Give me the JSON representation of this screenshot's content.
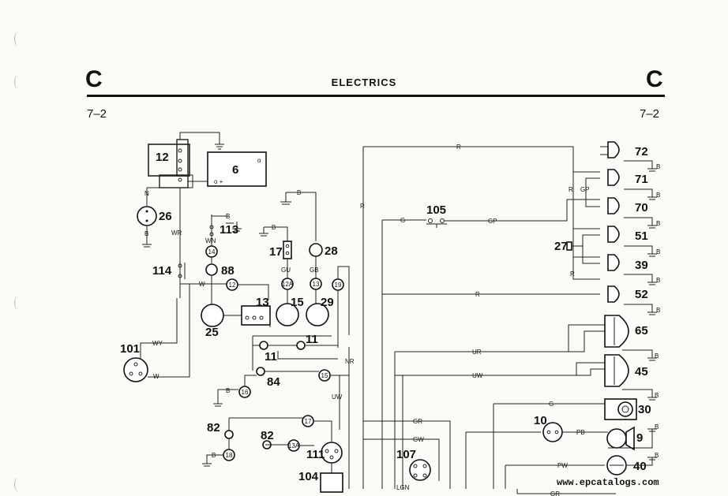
{
  "header": {
    "letter_left": "C",
    "title": "ELECTRICS",
    "letter_right": "C"
  },
  "section": {
    "left": "7–2",
    "right": "7–2"
  },
  "components": {
    "c12": "12",
    "c6": "6",
    "c26": "26",
    "c113": "113",
    "c17": "17",
    "c28": "28",
    "c88": "88",
    "c114": "114",
    "c13": "13",
    "c15": "15",
    "c29": "29",
    "c25": "25",
    "c11a": "11",
    "c11b": "11",
    "c101": "101",
    "c84": "84",
    "c82a": "82",
    "c82b": "82",
    "c111": "111",
    "c104": "104",
    "c107": "107",
    "c105": "105",
    "c10": "10",
    "c72": "72",
    "c71": "71",
    "c70": "70",
    "c51": "51",
    "c27": "27",
    "c39": "39",
    "c52": "52",
    "c65": "65",
    "c45": "45",
    "c30": "30",
    "c9": "9",
    "c40": "40"
  },
  "wires": {
    "R": "R",
    "N": "N",
    "B": "B",
    "WR": "WR",
    "WN": "WN",
    "W": "W",
    "WY": "WY",
    "GU": "GU",
    "GB": "GB",
    "NR": "NR",
    "UW": "UW",
    "UR": "UR",
    "G": "G",
    "GP": "GP",
    "GR": "GR",
    "GW": "GW",
    "PB": "PB",
    "PW": "PW",
    "LGN": "LGN"
  },
  "circles": {
    "n14": "14",
    "n12": "12",
    "n12A": "12A",
    "n13": "13",
    "n19": "19",
    "n15": "15",
    "n16": "16",
    "n17": "17",
    "n13A": "13A",
    "n18": "18"
  },
  "watermark": "www.epcatalogs.com"
}
